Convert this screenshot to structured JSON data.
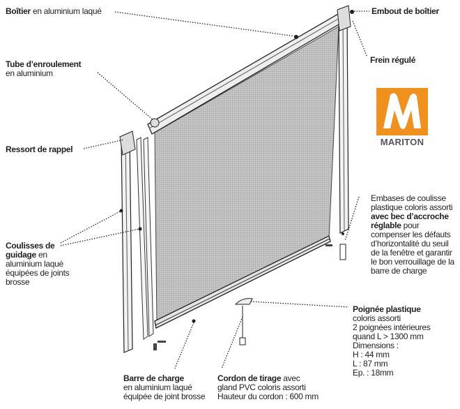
{
  "labels": {
    "boitier": {
      "bold": "Boîtier",
      "rest": " en aluminium laqué"
    },
    "embout": {
      "bold": "Embout de boîtier"
    },
    "frein": {
      "bold": "Frein régulé"
    },
    "tube": {
      "bold": "Tube d’enroulement",
      "rest": "en aluminium"
    },
    "ressort": {
      "bold": "Ressort de rappel"
    },
    "coulisses": {
      "bold1": "Coulisses de",
      "bold2": "guidage",
      "rest1": " en",
      "rest2": "aluminium laqué",
      "rest3": "équipées de joints",
      "rest4": "brosse"
    },
    "embases": {
      "l1": "Embases de coulisse",
      "l2": "plastique coloris assorti",
      "bold1": "avec bec d’accroche",
      "bold2": "réglable",
      "l3": " pour",
      "l4": "compenser les défauts",
      "l5": "d’horizontalité du seuil",
      "l6": "de la fenêtre et garantir",
      "l7": "le bon verrouillage de la",
      "l8": "barre de charge"
    },
    "poignee": {
      "bold": "Poignée plastique",
      "l1": "coloris assorti",
      "l2": "2 poignées intérieures",
      "l3": "quand L > 1300 mm",
      "l4": "Dimensions :",
      "l5": "H : 44 mm",
      "l6": "L : 87 mm",
      "l7": "Ep. : 18mm"
    },
    "barre": {
      "bold": "Barre de charge",
      "l1": " en aluminium laqué",
      "l2": "équipée de joint brosse"
    },
    "cordon": {
      "bold": "Cordon de tirage",
      "rest": " avec",
      "l1": "gland PVC coloris assorti",
      "l2": "Hauteur du cordon : 600 mm"
    }
  },
  "logo": {
    "text": "MARITON",
    "color": "#F0901E"
  }
}
